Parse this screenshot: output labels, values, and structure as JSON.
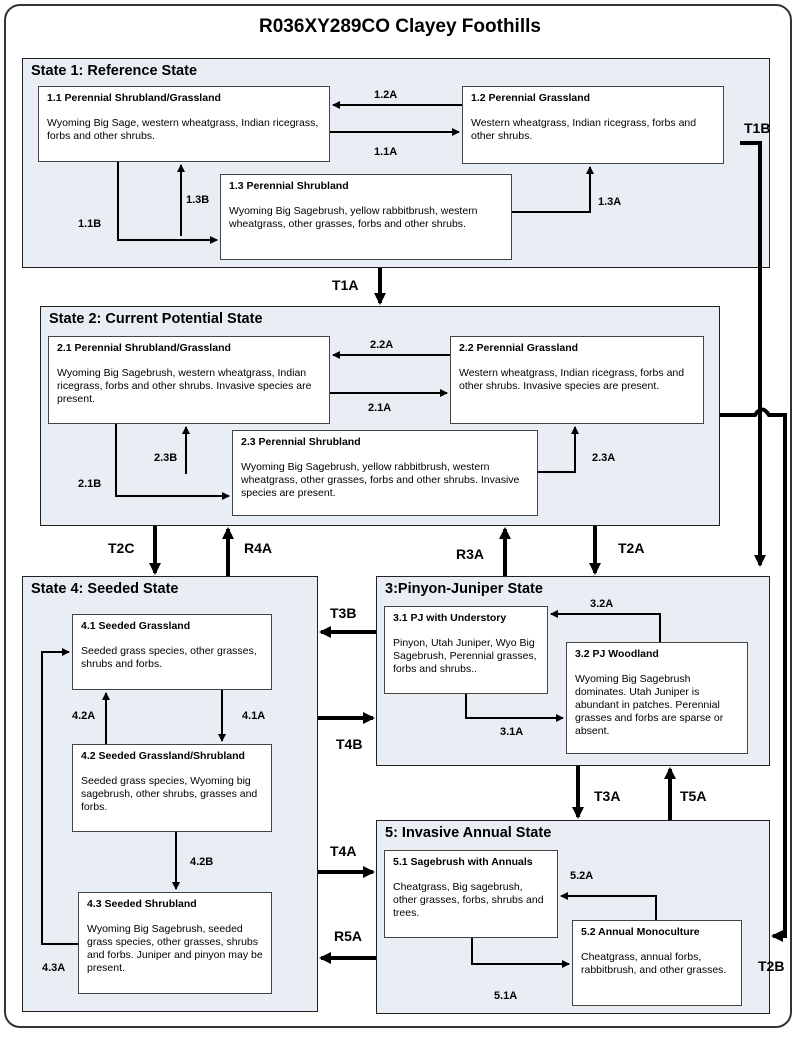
{
  "title": "R036XY289CO Clayey Foothills",
  "states": {
    "s1": {
      "title": "State 1: Reference State",
      "c11": {
        "h": "1.1 Perennial Shrubland/Grassland",
        "d": "Wyoming Big Sage, western wheatgrass, Indian ricegrass, forbs and other  shrubs."
      },
      "c12": {
        "h": "1.2 Perennial Grassland",
        "d": "Western wheatgrass, Indian ricegrass, forbs and other  shrubs."
      },
      "c13": {
        "h": "1.3 Perennial Shrubland",
        "d": "Wyoming Big Sagebrush, yellow rabbitbrush, western wheatgrass, other grasses, forbs and other shrubs."
      }
    },
    "s2": {
      "title": "State 2: Current Potential State",
      "c21": {
        "h": "2.1 Perennial Shrubland/Grassland",
        "d": "Wyoming Big Sagebrush, western wheatgrass, Indian ricegrass,  forbs and other shrubs. Invasive species are present."
      },
      "c22": {
        "h": "2.2 Perennial Grassland",
        "d": "Western wheatgrass, Indian ricegrass, forbs and other  shrubs.   Invasive species are present."
      },
      "c23": {
        "h": "2.3 Perennial Shrubland",
        "d": "Wyoming Big Sagebrush, yellow rabbitbrush, western wheatgrass, other grasses, forbs and other shrubs.  Invasive species are present."
      }
    },
    "s4": {
      "title": "State 4: Seeded State",
      "c41": {
        "h": "4.1 Seeded Grassland",
        "d": "Seeded grass species, other grasses, shrubs and forbs."
      },
      "c42": {
        "h": "4.2 Seeded Grassland/Shrubland",
        "d": "Seeded grass species, Wyoming big sagebrush, other shrubs, grasses and forbs."
      },
      "c43": {
        "h": "4.3 Seeded Shrubland",
        "d": "Wyoming Big Sagebrush, seeded grass species, other grasses, shrubs and forbs.  Juniper and pinyon may be present."
      }
    },
    "s3": {
      "title": "3:Pinyon-Juniper State",
      "c31": {
        "h": "3.1 PJ with Understory",
        "d": "Pinyon, Utah Juniper, Wyo Big Sagebrush,   Perennial grasses, forbs and shrubs.."
      },
      "c32": {
        "h": "3.2 PJ Woodland",
        "d": "Wyoming Big Sagebrush dominates.  Utah Juniper is abundant in patches.  Perennial grasses and forbs are sparse or absent."
      }
    },
    "s5": {
      "title": "5: Invasive Annual State",
      "c51": {
        "h": "5.1 Sagebrush with Annuals",
        "d": "Cheatgrass, Big sagebrush, other grasses, forbs, shrubs and trees."
      },
      "c52": {
        "h": "5.2 Annual Monoculture",
        "d": "Cheatgrass, annual forbs, rabbitbrush,  and other grasses."
      }
    }
  },
  "pathways": {
    "p12A": "1.2A",
    "p11A": "1.1A",
    "p13B": "1.3B",
    "p11B": "1.1B",
    "p13A": "1.3A",
    "p22A": "2.2A",
    "p21A": "2.1A",
    "p23B": "2.3B",
    "p21B": "2.1B",
    "p23A": "2.3A",
    "p42A": "4.2A",
    "p41A": "4.1A",
    "p42B": "4.2B",
    "p43A": "4.3A",
    "p32A": "3.2A",
    "p31A": "3.1A",
    "p52A": "5.2A",
    "p51A": "5.1A"
  },
  "transitions": {
    "T1A": "T1A",
    "T1B": "T1B",
    "T2A": "T2A",
    "T2B": "T2B",
    "T2C": "T2C",
    "R4A": "R4A",
    "R3A": "R3A",
    "T3B": "T3B",
    "T4B": "T4B",
    "T3A": "T3A",
    "T5A": "T5A",
    "T4A": "T4A",
    "R5A": "R5A"
  }
}
